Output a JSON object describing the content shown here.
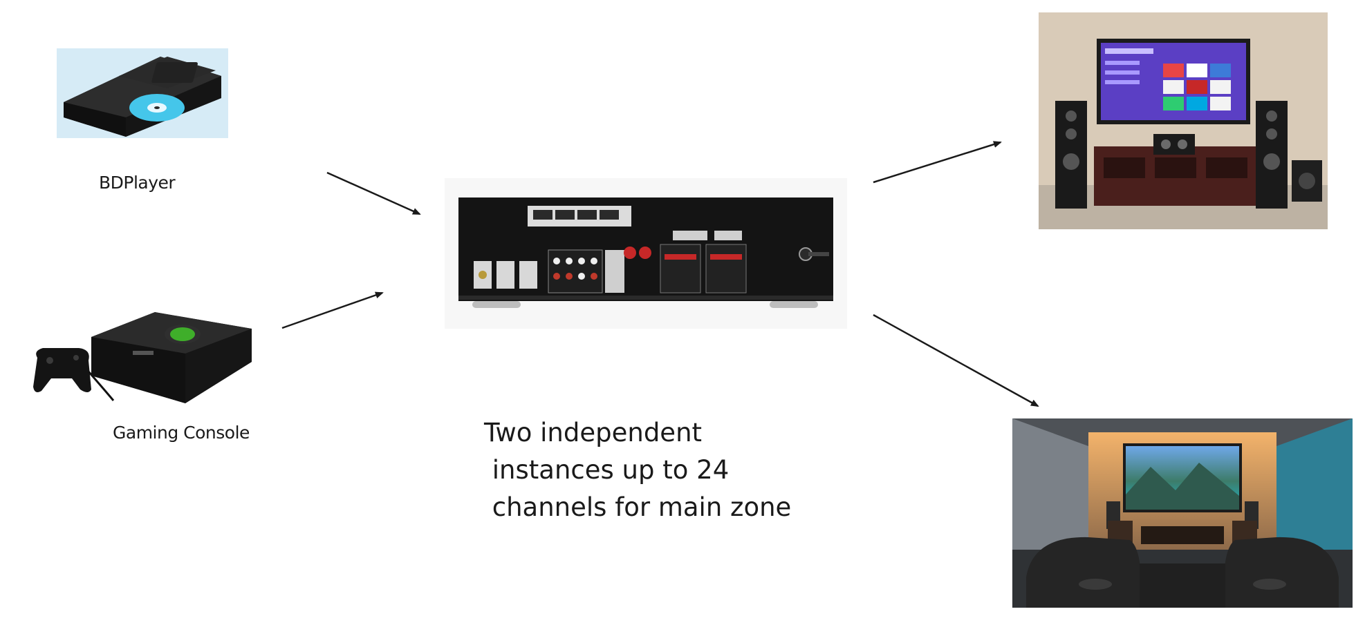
{
  "diagram": {
    "sources": [
      {
        "id": "bd",
        "label": "BDPlayer",
        "icon": "bluray-player-icon"
      },
      {
        "id": "console",
        "label": "Gaming Console",
        "icon": "game-console-icon"
      }
    ],
    "hub": {
      "icon": "av-receiver-rear-panel-icon"
    },
    "outputs": [
      {
        "id": "living-room",
        "icon": "living-room-tv-icon"
      },
      {
        "id": "theater",
        "icon": "home-theater-room-icon"
      }
    ],
    "caption": {
      "line1": "Two independent",
      "line2": " instances up to 24",
      "line3": " channels for main zone"
    },
    "colors": {
      "arrow": "#1a1a1a",
      "receiver": "#141414",
      "disc": "#3fc3e6",
      "console_logo": "#3fae2a"
    }
  }
}
